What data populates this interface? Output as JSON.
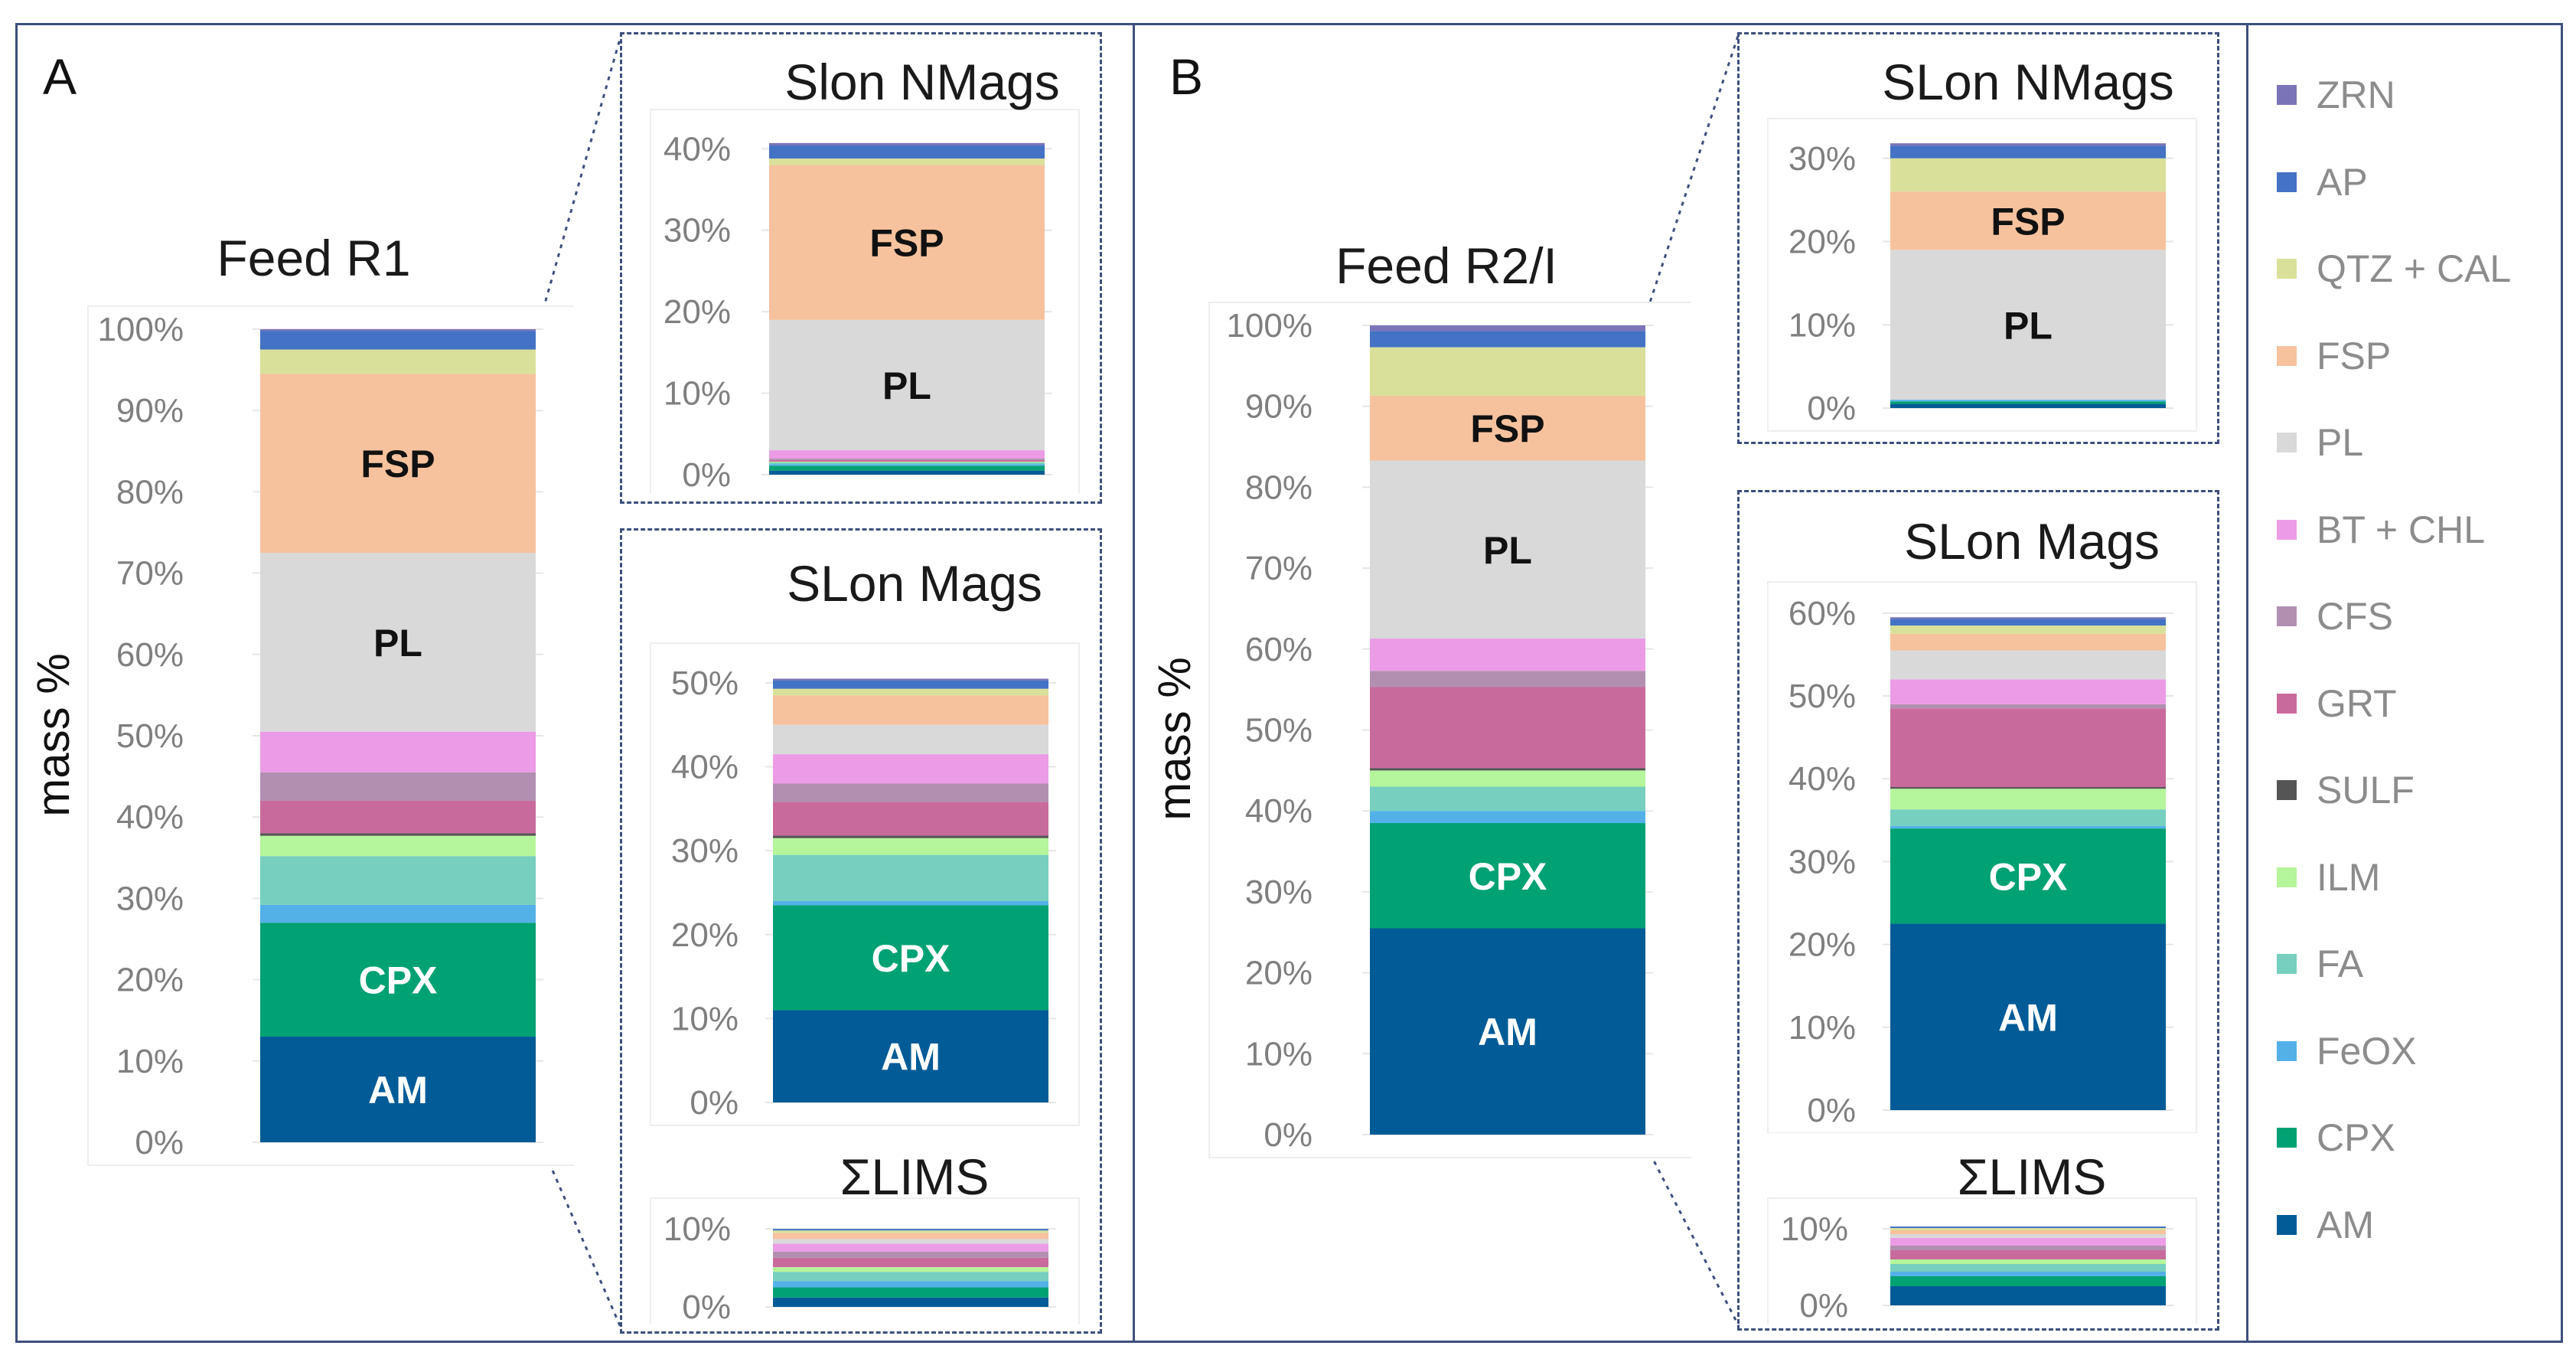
{
  "panels": {
    "a_label": "A",
    "b_label": "B"
  },
  "colors": {
    "ZRN": "#7b74b8",
    "AP": "#4472c4",
    "QTZ + CAL": "#d9e09a",
    "FSP": "#f6c29d",
    "PL": "#d9d9d9",
    "BT + CHL": "#ec9be6",
    "CFS": "#b28fb0",
    "GRT": "#c96a9c",
    "SULF": "#555555",
    "ILM": "#b5f59b",
    "FA": "#76cfbf",
    "FeOX": "#53b1e7",
    "CPX": "#00a173",
    "AM": "#005b96"
  },
  "legend": [
    "ZRN",
    "AP",
    "QTZ + CAL",
    "FSP",
    "PL",
    "BT + CHL",
    "CFS",
    "GRT",
    "SULF",
    "ILM",
    "FA",
    "FeOX",
    "CPX",
    "AM"
  ],
  "chart_data": [
    {
      "id": "feed-r1",
      "type": "bar",
      "title": "Feed R1",
      "ylabel": "mass %",
      "ylim": [
        0,
        100
      ],
      "ticks": [
        "0%",
        "10%",
        "20%",
        "30%",
        "40%",
        "50%",
        "60%",
        "70%",
        "80%",
        "90%",
        "100%"
      ],
      "categories": [
        "Feed R1"
      ],
      "series": [
        {
          "name": "AM",
          "values": [
            13
          ]
        },
        {
          "name": "CPX",
          "values": [
            14
          ]
        },
        {
          "name": "FeOX",
          "values": [
            2.2
          ]
        },
        {
          "name": "FA",
          "values": [
            6
          ]
        },
        {
          "name": "ILM",
          "values": [
            2.5
          ]
        },
        {
          "name": "SULF",
          "values": [
            0.3
          ]
        },
        {
          "name": "GRT",
          "values": [
            4
          ]
        },
        {
          "name": "CFS",
          "values": [
            3.5
          ]
        },
        {
          "name": "BT + CHL",
          "values": [
            5
          ]
        },
        {
          "name": "PL",
          "values": [
            22
          ]
        },
        {
          "name": "FSP",
          "values": [
            22
          ]
        },
        {
          "name": "QTZ + CAL",
          "values": [
            3
          ]
        },
        {
          "name": "AP",
          "values": [
            2.3
          ]
        },
        {
          "name": "ZRN",
          "values": [
            0.2
          ]
        }
      ],
      "bar_labels": {
        "AM": "AM",
        "CPX": "CPX",
        "PL": "PL",
        "FSP": "FSP"
      }
    },
    {
      "id": "a-slon-nmags",
      "type": "bar",
      "title": "Slon NMags",
      "ylim": [
        0,
        42
      ],
      "ticks": [
        "0%",
        "10%",
        "20%",
        "30%",
        "40%"
      ],
      "categories": [
        "Slon NMags"
      ],
      "series": [
        {
          "name": "AM",
          "values": [
            0.5
          ]
        },
        {
          "name": "CPX",
          "values": [
            0.6
          ]
        },
        {
          "name": "FeOX",
          "values": [
            0.2
          ]
        },
        {
          "name": "FA",
          "values": [
            0.2
          ]
        },
        {
          "name": "ILM",
          "values": [
            0.1
          ]
        },
        {
          "name": "GRT",
          "values": [
            0.2
          ]
        },
        {
          "name": "CFS",
          "values": [
            0.2
          ]
        },
        {
          "name": "BT + CHL",
          "values": [
            1
          ]
        },
        {
          "name": "PL",
          "values": [
            16
          ]
        },
        {
          "name": "FSP",
          "values": [
            19
          ]
        },
        {
          "name": "QTZ + CAL",
          "values": [
            0.8
          ]
        },
        {
          "name": "AP",
          "values": [
            1.6
          ]
        },
        {
          "name": "ZRN",
          "values": [
            0.3
          ]
        }
      ],
      "bar_labels": {
        "PL": "PL",
        "FSP": "FSP"
      }
    },
    {
      "id": "a-slon-mags",
      "type": "bar",
      "title": "SLon Mags",
      "ylim": [
        0,
        52
      ],
      "ticks": [
        "0%",
        "10%",
        "20%",
        "30%",
        "40%",
        "50%"
      ],
      "categories": [
        "SLon Mags"
      ],
      "series": [
        {
          "name": "AM",
          "values": [
            11
          ]
        },
        {
          "name": "CPX",
          "values": [
            12.5
          ]
        },
        {
          "name": "FeOX",
          "values": [
            0.5
          ]
        },
        {
          "name": "FA",
          "values": [
            5.5
          ]
        },
        {
          "name": "ILM",
          "values": [
            2
          ]
        },
        {
          "name": "SULF",
          "values": [
            0.3
          ]
        },
        {
          "name": "GRT",
          "values": [
            4
          ]
        },
        {
          "name": "CFS",
          "values": [
            2.2
          ]
        },
        {
          "name": "BT + CHL",
          "values": [
            3.5
          ]
        },
        {
          "name": "PL",
          "values": [
            3.5
          ]
        },
        {
          "name": "FSP",
          "values": [
            3.5
          ]
        },
        {
          "name": "QTZ + CAL",
          "values": [
            0.8
          ]
        },
        {
          "name": "AP",
          "values": [
            1
          ]
        },
        {
          "name": "ZRN",
          "values": [
            0.2
          ]
        }
      ],
      "bar_labels": {
        "AM": "AM",
        "CPX": "CPX"
      }
    },
    {
      "id": "a-sum-lims",
      "type": "bar",
      "title": "ΣLIMS",
      "ylim": [
        0,
        11
      ],
      "ticks": [
        "0%",
        "10%"
      ],
      "categories": [
        "ΣLIMS"
      ],
      "series": [
        {
          "name": "AM",
          "values": [
            1.2
          ]
        },
        {
          "name": "CPX",
          "values": [
            1.3
          ]
        },
        {
          "name": "FeOX",
          "values": [
            0.8
          ]
        },
        {
          "name": "FA",
          "values": [
            1.2
          ]
        },
        {
          "name": "ILM",
          "values": [
            0.6
          ]
        },
        {
          "name": "GRT",
          "values": [
            1.2
          ]
        },
        {
          "name": "CFS",
          "values": [
            0.8
          ]
        },
        {
          "name": "BT + CHL",
          "values": [
            1
          ]
        },
        {
          "name": "PL",
          "values": [
            0.6
          ]
        },
        {
          "name": "FSP",
          "values": [
            0.8
          ]
        },
        {
          "name": "QTZ + CAL",
          "values": [
            0.3
          ]
        },
        {
          "name": "AP",
          "values": [
            0.2
          ]
        }
      ],
      "bar_labels": {}
    },
    {
      "id": "feed-r2",
      "type": "bar",
      "title": "Feed R2/I",
      "ylabel": "mass %",
      "ylim": [
        0,
        100
      ],
      "ticks": [
        "0%",
        "10%",
        "20%",
        "30%",
        "40%",
        "50%",
        "60%",
        "70%",
        "80%",
        "90%",
        "100%"
      ],
      "categories": [
        "Feed R2/I"
      ],
      "series": [
        {
          "name": "AM",
          "values": [
            25.5
          ]
        },
        {
          "name": "CPX",
          "values": [
            13
          ]
        },
        {
          "name": "FeOX",
          "values": [
            1.5
          ]
        },
        {
          "name": "FA",
          "values": [
            3
          ]
        },
        {
          "name": "ILM",
          "values": [
            2
          ]
        },
        {
          "name": "SULF",
          "values": [
            0.3
          ]
        },
        {
          "name": "GRT",
          "values": [
            10
          ]
        },
        {
          "name": "CFS",
          "values": [
            2
          ]
        },
        {
          "name": "BT + CHL",
          "values": [
            4
          ]
        },
        {
          "name": "PL",
          "values": [
            22
          ]
        },
        {
          "name": "FSP",
          "values": [
            8
          ]
        },
        {
          "name": "QTZ + CAL",
          "values": [
            6
          ]
        },
        {
          "name": "AP",
          "values": [
            2
          ]
        },
        {
          "name": "ZRN",
          "values": [
            0.7
          ]
        }
      ],
      "bar_labels": {
        "AM": "AM",
        "CPX": "CPX",
        "PL": "PL",
        "FSP": "FSP"
      }
    },
    {
      "id": "b-slon-nmags",
      "type": "bar",
      "title": "SLon NMags",
      "ylim": [
        0,
        32
      ],
      "ticks": [
        "0%",
        "10%",
        "20%",
        "30%"
      ],
      "categories": [
        "SLon NMags"
      ],
      "series": [
        {
          "name": "AM",
          "values": [
            0.5
          ]
        },
        {
          "name": "CPX",
          "values": [
            0.3
          ]
        },
        {
          "name": "FeOX",
          "values": [
            0.2
          ]
        },
        {
          "name": "PL",
          "values": [
            18
          ]
        },
        {
          "name": "FSP",
          "values": [
            7
          ]
        },
        {
          "name": "QTZ + CAL",
          "values": [
            4
          ]
        },
        {
          "name": "AP",
          "values": [
            1.5
          ]
        },
        {
          "name": "ZRN",
          "values": [
            0.3
          ]
        }
      ],
      "bar_labels": {
        "PL": "PL",
        "FSP": "FSP"
      }
    },
    {
      "id": "b-slon-mags",
      "type": "bar",
      "title": "SLon Mags",
      "ylim": [
        0,
        61
      ],
      "ticks": [
        "0%",
        "10%",
        "20%",
        "30%",
        "40%",
        "50%",
        "60%"
      ],
      "categories": [
        "SLon Mags"
      ],
      "series": [
        {
          "name": "AM",
          "values": [
            22.5
          ]
        },
        {
          "name": "CPX",
          "values": [
            11.5
          ]
        },
        {
          "name": "FeOX",
          "values": [
            0.3
          ]
        },
        {
          "name": "FA",
          "values": [
            2
          ]
        },
        {
          "name": "ILM",
          "values": [
            2.5
          ]
        },
        {
          "name": "SULF",
          "values": [
            0.2
          ]
        },
        {
          "name": "GRT",
          "values": [
            9.5
          ]
        },
        {
          "name": "CFS",
          "values": [
            0.5
          ]
        },
        {
          "name": "BT + CHL",
          "values": [
            3
          ]
        },
        {
          "name": "PL",
          "values": [
            3.5
          ]
        },
        {
          "name": "FSP",
          "values": [
            2
          ]
        },
        {
          "name": "QTZ + CAL",
          "values": [
            1
          ]
        },
        {
          "name": "AP",
          "values": [
            0.8
          ]
        },
        {
          "name": "ZRN",
          "values": [
            0.2
          ]
        }
      ],
      "bar_labels": {
        "AM": "AM",
        "CPX": "CPX"
      }
    },
    {
      "id": "b-sum-lims",
      "type": "bar",
      "title": "ΣLIMS",
      "ylim": [
        0,
        11
      ],
      "ticks": [
        "0%",
        "10%"
      ],
      "categories": [
        "ΣLIMS"
      ],
      "series": [
        {
          "name": "AM",
          "values": [
            2.5
          ]
        },
        {
          "name": "CPX",
          "values": [
            1.3
          ]
        },
        {
          "name": "FeOX",
          "values": [
            0.6
          ]
        },
        {
          "name": "FA",
          "values": [
            1
          ]
        },
        {
          "name": "ILM",
          "values": [
            0.6
          ]
        },
        {
          "name": "GRT",
          "values": [
            1.2
          ]
        },
        {
          "name": "CFS",
          "values": [
            0.6
          ]
        },
        {
          "name": "BT + CHL",
          "values": [
            1
          ]
        },
        {
          "name": "PL",
          "values": [
            0.5
          ]
        },
        {
          "name": "FSP",
          "values": [
            0.5
          ]
        },
        {
          "name": "QTZ + CAL",
          "values": [
            0.3
          ]
        },
        {
          "name": "AP",
          "values": [
            0.2
          ]
        }
      ],
      "bar_labels": {}
    }
  ]
}
